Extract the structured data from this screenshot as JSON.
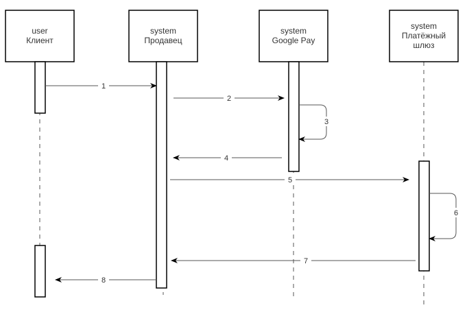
{
  "participants": [
    {
      "line1": "user",
      "line2": "Клиент",
      "line3": ""
    },
    {
      "line1": "system",
      "line2": "Продавец",
      "line3": ""
    },
    {
      "line1": "system",
      "line2": "Google Pay",
      "line3": ""
    },
    {
      "line1": "system",
      "line2": "Платёжный",
      "line3": "шлюз"
    }
  ],
  "messages": [
    "1",
    "2",
    "3",
    "4",
    "5",
    "6",
    "7",
    "8"
  ],
  "colors": {
    "stroke": "#000000",
    "line": "#555555",
    "text": "#333333"
  }
}
